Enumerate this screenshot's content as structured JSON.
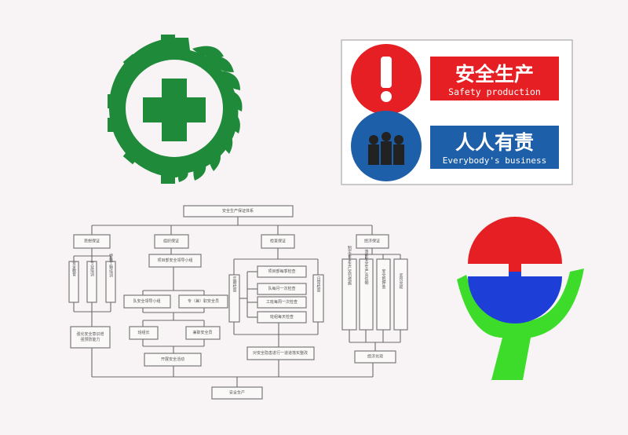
{
  "colors": {
    "green": "#1e8a3a",
    "red": "#e51f23",
    "blue": "#1d5fa8",
    "lime": "#3ddc2a"
  },
  "sign": {
    "row1": {
      "icon": "exclamation-icon",
      "cn": "安全生产",
      "en": "Safety production"
    },
    "row2": {
      "icon": "people-icon",
      "cn": "人人有责",
      "en": "Everybody's business"
    }
  },
  "flowchart": {
    "top": "安全生产保证体系",
    "branches": [
      "思想保证",
      "组织保证",
      "检查保证",
      "经济保证"
    ],
    "thought": {
      "items": [
        "安全教育",
        "专业培训",
        "特殊工种培训"
      ],
      "result": "强化安全意识增强预防能力"
    },
    "org": {
      "leader": "项目部安全领导小组",
      "sub": [
        "队安全领导小组",
        "专（兼）职安全员"
      ],
      "sub2": [
        "班组长",
        "兼职安全员"
      ],
      "result": "开展安全活动"
    },
    "check": {
      "left": "定期检查",
      "right": "日常检查",
      "items": [
        "项目部每季检查",
        "队每月一次检查",
        "工班每周一次检查",
        "班组每天检查"
      ],
      "result": "对安全隐患进行一道道落实整改"
    },
    "econ": {
      "items": [
        "制定安全生产奖罚措施",
        "落实安全生产责任制",
        "安全抵押金",
        "奖罚兑现"
      ],
      "result": "经济兑现"
    },
    "final": "安全生产"
  }
}
